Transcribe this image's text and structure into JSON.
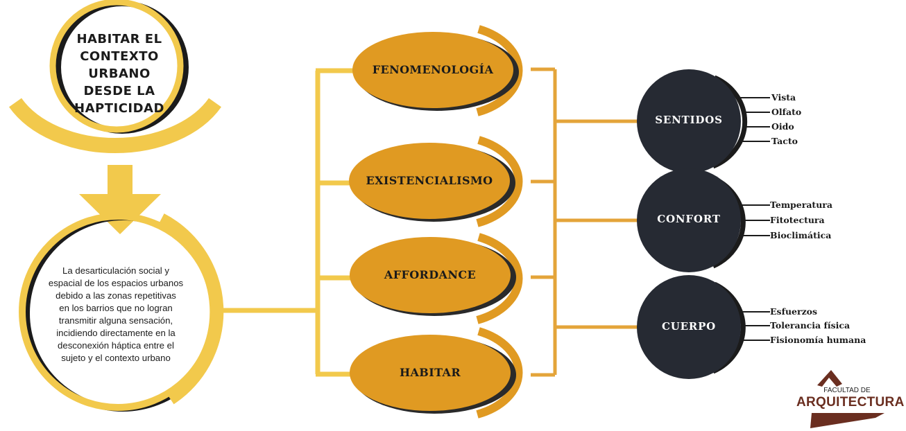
{
  "main_topic": {
    "title_lines": [
      "HABITAR EL",
      "CONTEXTO",
      "URBANO",
      "DESDE LA",
      "HAPTICIDAD"
    ]
  },
  "problem": {
    "text_lines": [
      "La desarticulación social y",
      "espacial de los espacios urbanos",
      "debido a las zonas repetitivas",
      "en los barrios que no logran",
      "transmitir  alguna sensación,",
      "incidiendo directamente  en la",
      "desconexión háptica entre el",
      "sujeto y el contexto urbano"
    ]
  },
  "concepts": [
    {
      "label": "FENOMENOLOGÍA"
    },
    {
      "label": "EXISTENCIALISMO"
    },
    {
      "label": "AFFORDANCE"
    },
    {
      "label": "HABITAR"
    }
  ],
  "categories": [
    {
      "label": "SENTIDOS",
      "items": [
        "Vista",
        "Olfato",
        "Oido",
        "Tacto"
      ]
    },
    {
      "label": "CONFORT",
      "items": [
        "Temperatura",
        "Fitotectura",
        "Bioclimática"
      ]
    },
    {
      "label": "CUERPO",
      "items": [
        "Esfuerzos",
        "Tolerancia física",
        "Fisionomía humana"
      ]
    }
  ],
  "logo": {
    "line1": "FACULTAD DE",
    "line2": "ARQUITECTURA"
  },
  "colors": {
    "yellow": "#f2c94c",
    "orange": "#e09a22",
    "dark": "#262a33",
    "outline_dark": "#1b1b1b",
    "brown": "#6a2e20"
  }
}
